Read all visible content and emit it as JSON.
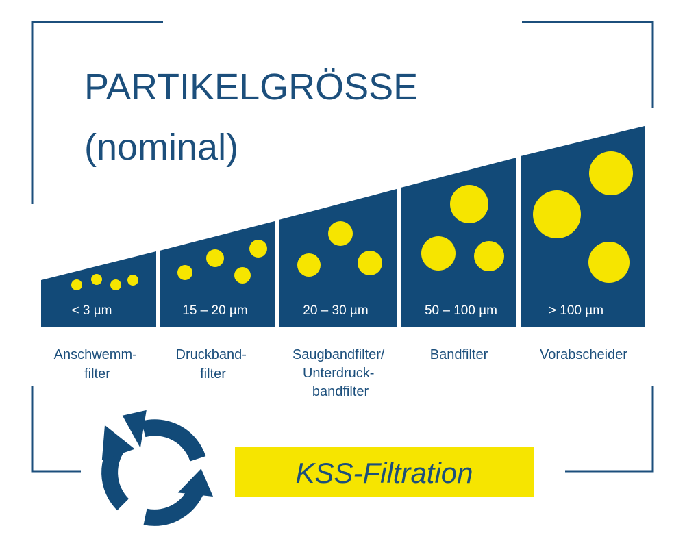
{
  "title": {
    "line1": "PARTIKELGRÖSSE",
    "line2": "(nominal)"
  },
  "colors": {
    "navy": "#124a78",
    "title_blue": "#1c4f7c",
    "yellow": "#f6e500",
    "white": "#ffffff"
  },
  "categories": [
    {
      "range": "< 3 µm",
      "label_lines": [
        "Anschwemm-",
        "filter"
      ]
    },
    {
      "range": "15 – 20 µm",
      "label_lines": [
        "Druckband-",
        "filter"
      ]
    },
    {
      "range": "20 – 30 µm",
      "label_lines": [
        "Saugbandfilter/",
        "Unterdruck-",
        "bandfilter"
      ]
    },
    {
      "range": "50 – 100 µm",
      "label_lines": [
        "Bandfilter"
      ]
    },
    {
      "range": "> 100 µm",
      "label_lines": [
        "Vorabscheider"
      ]
    }
  ],
  "brand": {
    "label": "KSS-Filtration",
    "icon": "recycle-arrows-icon"
  }
}
